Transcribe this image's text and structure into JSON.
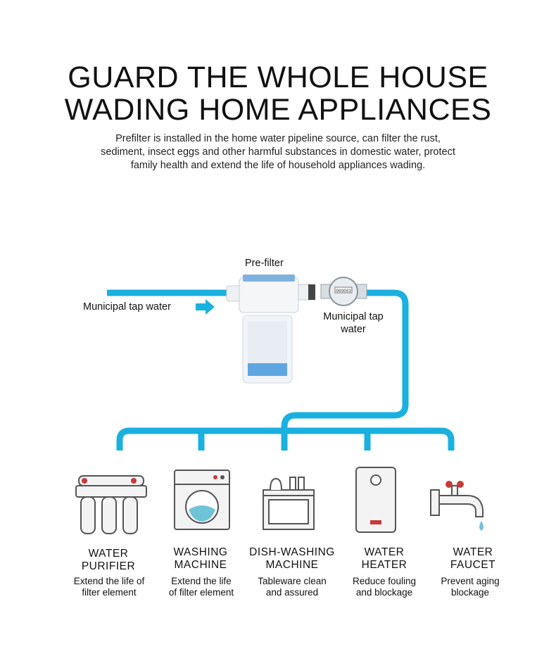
{
  "header": {
    "title_line1": "GUARD THE WHOLE HOUSE",
    "title_line2": "WADING HOME APPLIANCES",
    "subtitle_line1": "Prefilter is installed in the home water pipeline source, can filter the rust,",
    "subtitle_line2": "sediment, insect eggs and other harmful substances in domestic water, protect",
    "subtitle_line3": "family health and extend the life of household appliances wading."
  },
  "diagram": {
    "prefilter_label": "Pre-filter",
    "input_label": "Municipal tap water",
    "meter_label_line1": "Municipal tap",
    "meter_label_line2": "water",
    "pipe_color": "#1ab0e0",
    "meter_display": "000003"
  },
  "appliances": [
    {
      "name_line1": "WATER",
      "name_line2": "PURIFIER",
      "desc_line1": "Extend the life of",
      "desc_line2": "filter element",
      "icon": "water-purifier-icon"
    },
    {
      "name_line1": "WASHING",
      "name_line2": "MACHINE",
      "desc_line1": "Extend the life",
      "desc_line2": "of filter element",
      "icon": "washing-machine-icon"
    },
    {
      "name_line1": "DISH-WASHING",
      "name_line2": "MACHINE",
      "desc_line1": "Tableware clean",
      "desc_line2": "and assured",
      "icon": "dishwasher-icon"
    },
    {
      "name_line1": "WATER",
      "name_line2": "HEATER",
      "desc_line1": "Reduce fouling",
      "desc_line2": "and blockage",
      "icon": "water-heater-icon"
    },
    {
      "name_line1": "WATER",
      "name_line2": "FAUCET",
      "desc_line1": "Prevent aging",
      "desc_line2": "blockage",
      "icon": "water-faucet-icon"
    }
  ]
}
